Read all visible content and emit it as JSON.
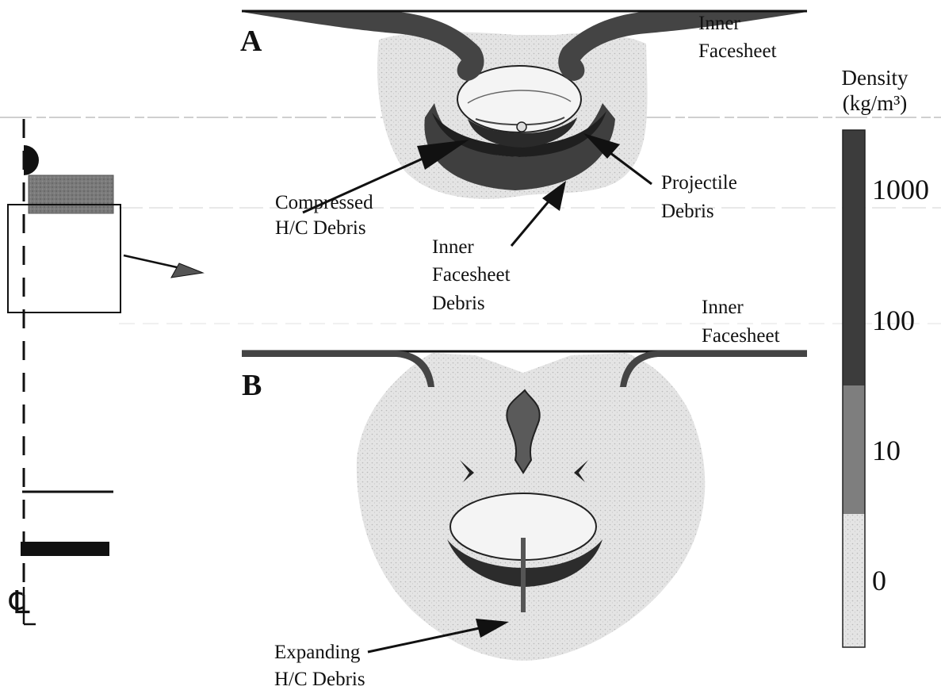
{
  "panels": {
    "a": {
      "letter": "A",
      "inner_facesheet_line1": "Inner",
      "inner_facesheet_line2": "Facesheet"
    },
    "b": {
      "letter": "B",
      "inner_facesheet_line1": "Inner",
      "inner_facesheet_line2": "Facesheet"
    }
  },
  "labels": {
    "compressed_line1": "Compressed",
    "compressed_line2": "H/C Debris",
    "projectile_line1": "Projectile",
    "projectile_line2": "Debris",
    "inner_debris_line1": "Inner",
    "inner_debris_line2": "Facesheet",
    "inner_debris_line3": "Debris",
    "expanding_line1": "Expanding",
    "expanding_line2": "H/C Debris"
  },
  "colorbar": {
    "title_line1": "Density",
    "title_line2": "(kg/m³)",
    "ticks": [
      "1000",
      "100",
      "10",
      "0"
    ],
    "colors": {
      "high": "#3c3c3c",
      "mid": "#7e7e7e",
      "low": "#e6e6e6"
    }
  },
  "schematic": {
    "centerline_symbol": "℄"
  }
}
